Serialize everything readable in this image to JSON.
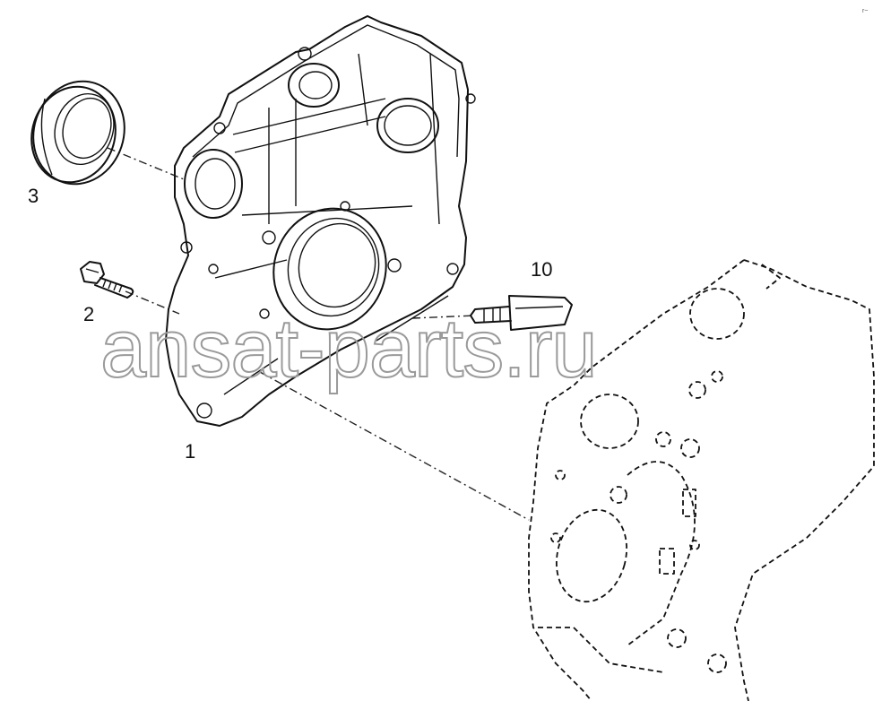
{
  "diagram": {
    "watermark": "ansat-parts.ru",
    "corner_mark": "r~",
    "callouts": {
      "c1": "1",
      "c2": "2",
      "c3": "3",
      "c10": "10"
    },
    "parts": [
      "timing-gear-cover",
      "cover-bolt",
      "crankshaft-oil-seal",
      "speed-sensor",
      "engine-block"
    ]
  }
}
